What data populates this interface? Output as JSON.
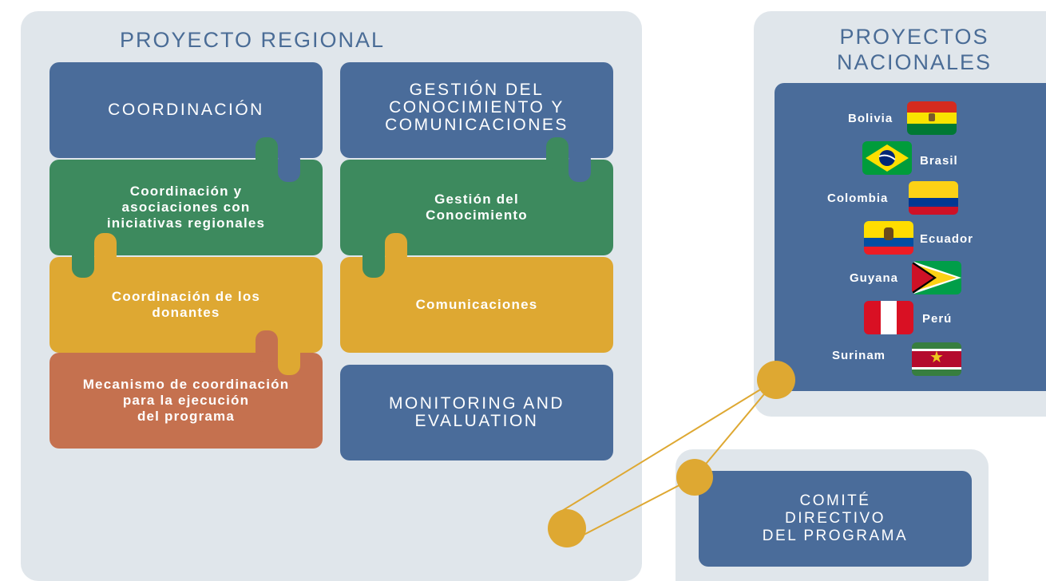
{
  "regional": {
    "title": "PROYECTO REGIONAL",
    "blocks": {
      "coordinacion": "COORDINACIÓN",
      "gestion": "GESTIÓN DEL\nCONOCIMIENTO Y\nCOMUNICACIONES",
      "coord_asoc": "Coordinación y\nasociaciones con\niniciativas regionales",
      "gestion_conoc": "Gestión del\nConocimiento",
      "coord_donantes": "Coordinación de los\ndonantes",
      "comunicaciones": "Comunicaciones",
      "mecanismo": "Mecanismo de coordinación\npara la ejecución\ndel programa",
      "monitoring": "MONITORING AND\nEVALUATION"
    }
  },
  "national": {
    "title": "PROYECTOS\nNACIONALES",
    "countries": [
      "Bolivia",
      "Brasil",
      "Colombia",
      "Ecuador",
      "Guyana",
      "Perú",
      "Surinam"
    ]
  },
  "committee": {
    "label": "COMITÉ\nDIRECTIVO\nDEL PROGRAMA"
  },
  "colors": {
    "blue": "#4a6c9a",
    "green": "#3d8a5e",
    "yellow": "#dea832",
    "orange": "#c5714f",
    "panel": "#e0e6eb",
    "title": "#4a6c96"
  }
}
